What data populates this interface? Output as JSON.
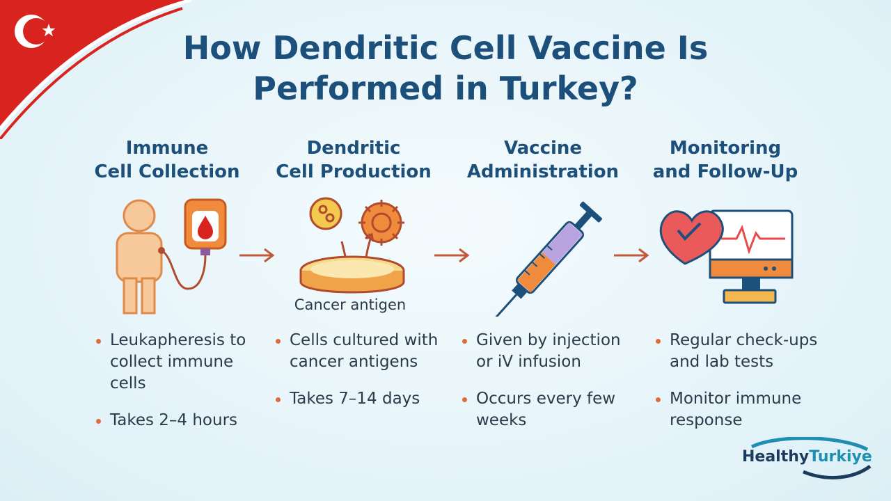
{
  "title": {
    "line1": "How Dendritic Cell Vaccine Is",
    "line2": "Performed in Turkey?"
  },
  "steps": [
    {
      "title_line1": "Immune",
      "title_line2": "Cell Collection",
      "icon": "person-blood-bag-icon",
      "bullets": [
        "Leukapheresis to collect immune cells",
        "Takes 2–4 hours"
      ]
    },
    {
      "title_line1": "Dendritic",
      "title_line2": "Cell Production",
      "icon": "petri-dish-icon",
      "label": "Cancer antigen",
      "bullets": [
        "Cells cultured with cancer antigens",
        "Takes 7–14 days"
      ]
    },
    {
      "title_line1": "Vaccine",
      "title_line2": "Administration",
      "icon": "syringe-icon",
      "bullets": [
        "Given by injection or iV infusion",
        "Occurs every few weeks"
      ]
    },
    {
      "title_line1": "Monitoring",
      "title_line2": "and Follow-Up",
      "icon": "heart-monitor-icon",
      "bullets": [
        "Regular check-ups and lab tests",
        "Monitor immune response"
      ]
    }
  ],
  "logo": {
    "part1": "Healthy",
    "part2": "Turkiye"
  },
  "colors": {
    "heading": "#1c4f7a",
    "accent_orange": "#e06a3b",
    "flag_red": "#d9231f",
    "logo_blue": "#1e8fb0"
  }
}
